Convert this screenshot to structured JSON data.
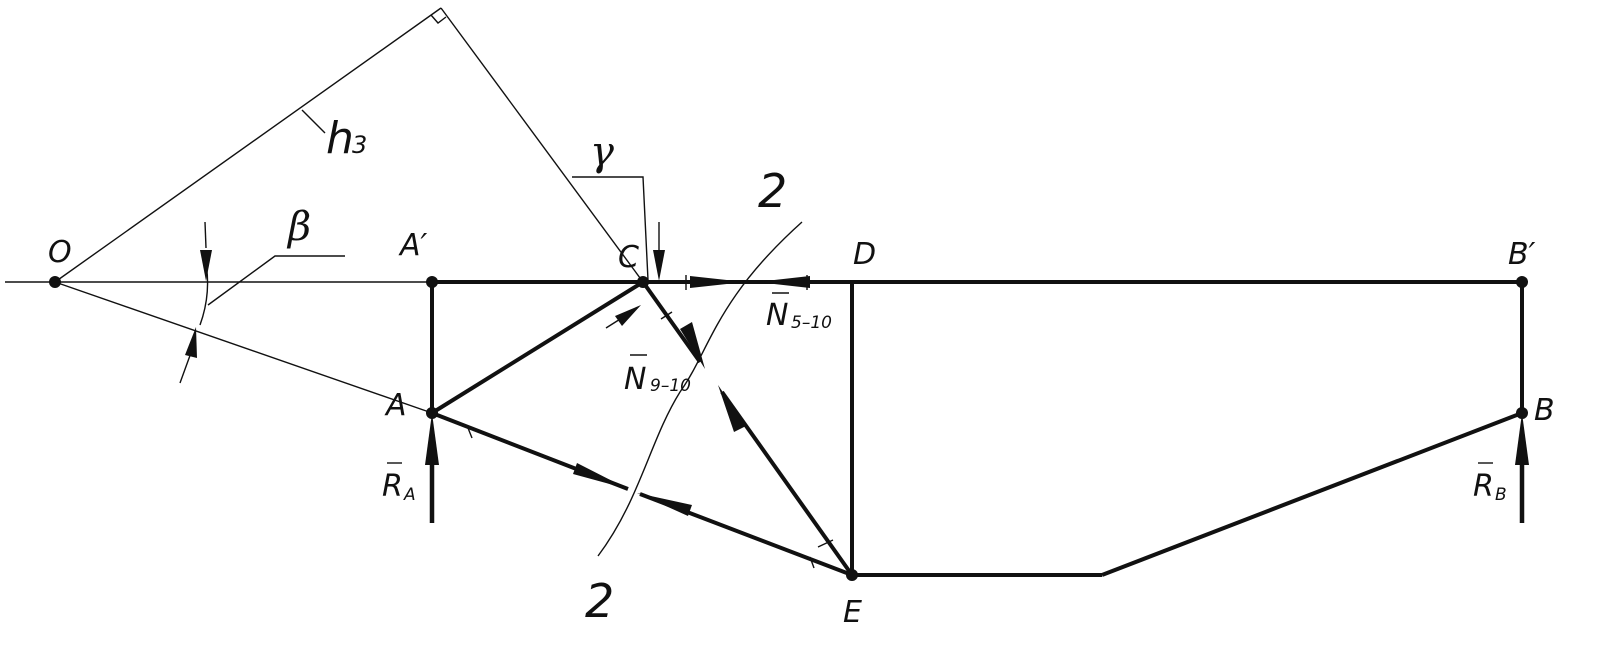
{
  "points": {
    "O": "O",
    "A_prime": "A′",
    "A": "A",
    "C": "C",
    "D": "D",
    "E": "E",
    "B_prime": "B′",
    "B": "B"
  },
  "forces": {
    "R_A": {
      "base": "R",
      "sub": "A"
    },
    "R_B": {
      "base": "R",
      "sub": "B"
    },
    "N_5_10": {
      "base": "N",
      "sub": "5–10"
    },
    "N_9_10": {
      "base": "N",
      "sub": "9–10"
    }
  },
  "dimensions": {
    "h3": {
      "base": "h",
      "sub": "3"
    }
  },
  "angles": {
    "beta": "β",
    "gamma": "γ"
  },
  "section": {
    "top": "2",
    "bottom": "2"
  }
}
